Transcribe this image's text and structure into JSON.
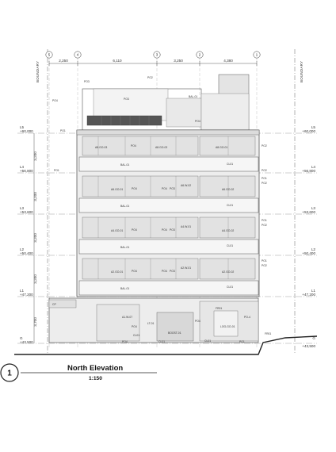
{
  "drawing": {
    "number": "1",
    "title": "North Elevation",
    "scale": "1:150"
  },
  "boundary_label": "BOUNDARY",
  "grid_lines": [
    "5",
    "4",
    "3",
    "2",
    "1"
  ],
  "dimensions": [
    "2,250",
    "6,110",
    "3,250",
    "4,380"
  ],
  "levels": [
    {
      "name": "L5",
      "rl": "+60,000"
    },
    {
      "name": "L4",
      "rl": "+56,800"
    },
    {
      "name": "L3",
      "rl": "+53,600"
    },
    {
      "name": "L2",
      "rl": "+50,400"
    },
    {
      "name": "L1",
      "rl": "+47,200"
    },
    {
      "name": "G",
      "rl": "+43,500"
    }
  ],
  "floor_to_floor": [
    "3,200",
    "3,200",
    "3,200",
    "3,200",
    "3,700"
  ],
  "tags": {
    "roof": [
      "PO3",
      "PO2",
      "PO4",
      "PO3",
      "BAL-01",
      "PO4"
    ],
    "level4": [
      "A8.GO-03",
      "A8.GO-02",
      "A8.GO-01",
      "PO4",
      "PO1",
      "PO2",
      "BAL-01",
      "CL01",
      "PO1",
      "PO2"
    ],
    "level3": [
      "A6.GO-01",
      "A6.W-02",
      "A6.GO-02",
      "PO4",
      "PO3",
      "PO4",
      "BAL-01",
      "CL01",
      "PO1",
      "PO2"
    ],
    "level2": [
      "A4.GO-01",
      "A4.W-01",
      "A4.GO-02",
      "PO4",
      "PO3",
      "PO4",
      "BAL-01",
      "CL01",
      "PO1",
      "PO2"
    ],
    "level1": [
      "A2.GO-01",
      "A2.W-01",
      "A2.GO-02",
      "PO4",
      "PO3",
      "PO4",
      "BAL-01",
      "CL01",
      "PO1",
      "PO2"
    ],
    "ground": [
      "CP",
      "A1.W-07",
      "PO4",
      "CL01",
      "LT-01",
      "BOOST-01",
      "CL01",
      "FR01",
      "LOG-GO-01",
      "PO-4",
      "FR01",
      "PO4",
      "PO4",
      "CL01",
      "PO1"
    ]
  }
}
